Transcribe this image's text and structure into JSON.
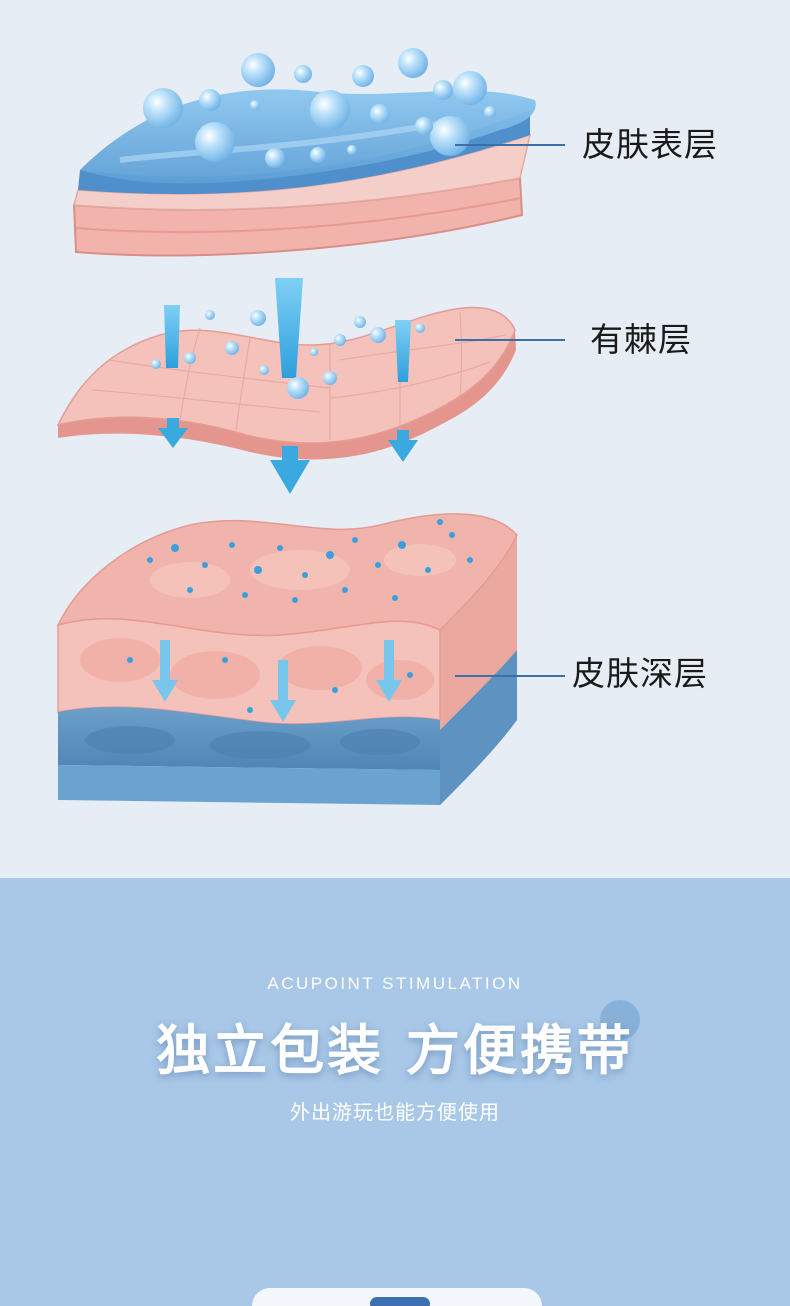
{
  "diagram": {
    "labels": {
      "epidermis": "皮肤表层",
      "spinous": "有棘层",
      "dermis": "皮肤深层"
    },
    "colors": {
      "background": "#e6edf4",
      "skin_pink": "#f3b5ae",
      "skin_light": "#f8d2cb",
      "water_blue": "#6cb3e6",
      "arrow_blue": "#33a8e0",
      "deep_blue": "#5e93c1",
      "leader_line": "#3a6fa7"
    }
  },
  "banner": {
    "subtitle_en": "ACUPOINT STIMULATION",
    "title": "独立包装 方便携带",
    "caption": "外出游玩也能方便使用",
    "background": "#a9c8e8"
  }
}
